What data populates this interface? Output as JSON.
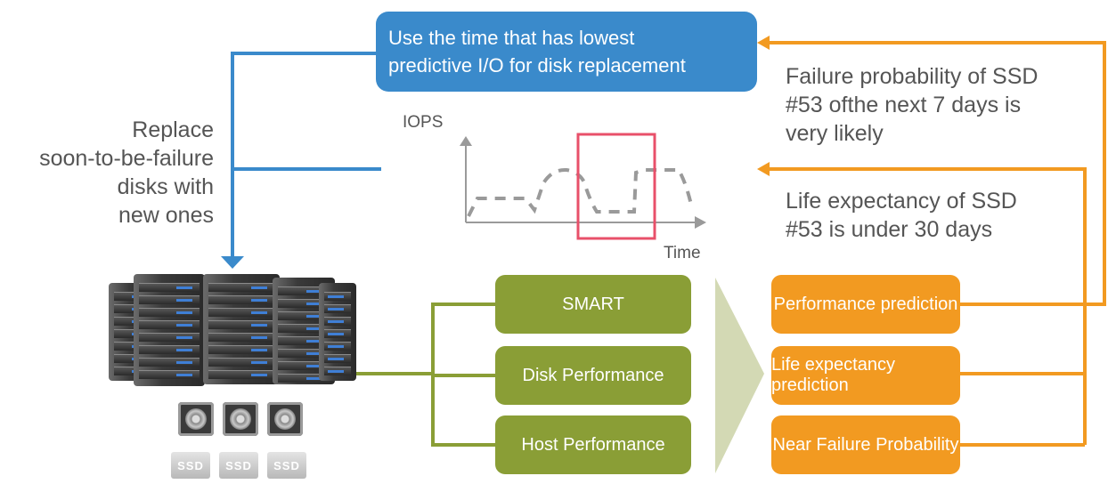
{
  "top_box": {
    "line1": "Use the time that has lowest",
    "line2": "predictive I/O for disk replacement"
  },
  "left_text": [
    "Replace",
    "soon-to-be-failure",
    "disks with",
    "new ones"
  ],
  "right_text_1": [
    "Failure probability of SSD",
    "#53 ofthe next 7 days is",
    "very likely"
  ],
  "right_text_2": [
    "Life expectancy of SSD",
    "#53 is under 30 days"
  ],
  "chart": {
    "y_label": "IOPS",
    "x_label": "Time"
  },
  "inputs": [
    "SMART",
    "Disk Performance",
    "Host Performance"
  ],
  "predictions": [
    "Performance prediction",
    "Life expectancy prediction",
    "Near Failure Probability"
  ],
  "ssd_label": "SSD",
  "colors": {
    "blue": "#3a8acb",
    "green": "#8a9e36",
    "orange": "#f29a21",
    "highlight": "#e8506a",
    "chevron": "#d3d9b4"
  }
}
